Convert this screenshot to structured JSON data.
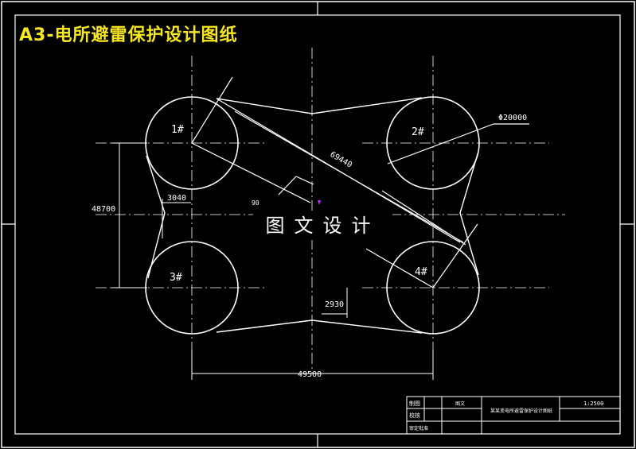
{
  "header": {
    "title": "A3-电所避雷保护设计图纸"
  },
  "watermark": {
    "text": "图文设计"
  },
  "circles": [
    {
      "label": "1#"
    },
    {
      "label": "2#"
    },
    {
      "label": "3#"
    },
    {
      "label": "4#"
    }
  ],
  "dimensions": {
    "diameter": "Φ20000",
    "diagonal": "69440",
    "vertical": "48700",
    "gap_left": "3040",
    "gap_bottom": "2930",
    "horizontal": "49500",
    "small": "90"
  },
  "title_block": {
    "row1_label": "制图",
    "row2_label": "校核",
    "row3_label": "审定批准",
    "designer": "图文",
    "project": "某某变电所避雷保护设计图纸",
    "scale": "1:2500"
  }
}
